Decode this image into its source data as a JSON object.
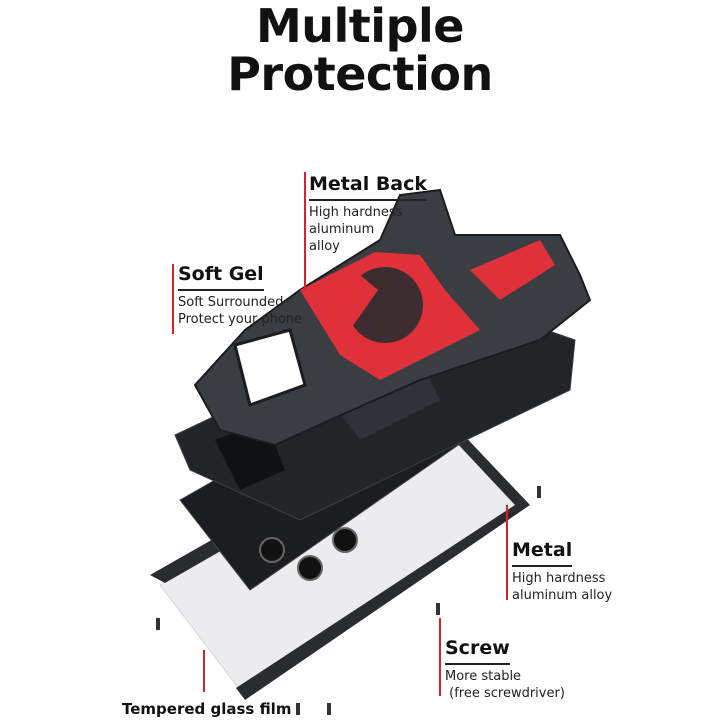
{
  "title": {
    "line1": "Multiple",
    "line2": "Protection"
  },
  "labels": {
    "metal_back": {
      "heading": "Metal Back",
      "desc": [
        "High hardness",
        "aluminum",
        "alloy"
      ]
    },
    "soft_gel": {
      "heading": "Soft Gel",
      "desc": [
        "Soft Surrounded",
        "Protect your phone"
      ]
    },
    "metal": {
      "heading": "Metal",
      "desc": [
        "High hardness",
        "aluminum alloy"
      ]
    },
    "screw": {
      "heading": "Screw",
      "desc": [
        "More stable",
        " (free screwdriver)"
      ]
    },
    "tempered_glass": "Tempered glass film"
  },
  "colors": {
    "accent": "#d8232a",
    "metal": "#2b2d31",
    "red_plate": "#e0303a"
  }
}
